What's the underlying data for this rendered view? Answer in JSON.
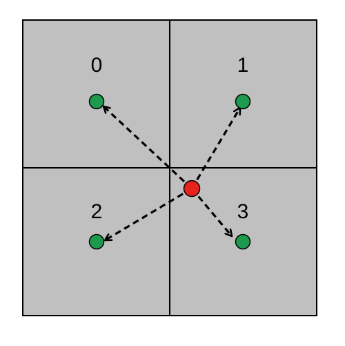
{
  "quadrants": [
    {
      "label": "0"
    },
    {
      "label": "1"
    },
    {
      "label": "2"
    },
    {
      "label": "3"
    }
  ],
  "colors": {
    "cell_fill": "#c0c0c0",
    "grid_line": "#000000",
    "center_point": "#e8211c",
    "target_point": "#1e9a4f",
    "arrow": "#000000"
  },
  "arrows": [
    {
      "from": "center-point",
      "to": "quadrant-0-point",
      "style": "dashed"
    },
    {
      "from": "center-point",
      "to": "quadrant-1-point",
      "style": "dashed"
    },
    {
      "from": "center-point",
      "to": "quadrant-2-point",
      "style": "dashed"
    },
    {
      "from": "center-point",
      "to": "quadrant-3-point",
      "style": "dashed"
    }
  ]
}
